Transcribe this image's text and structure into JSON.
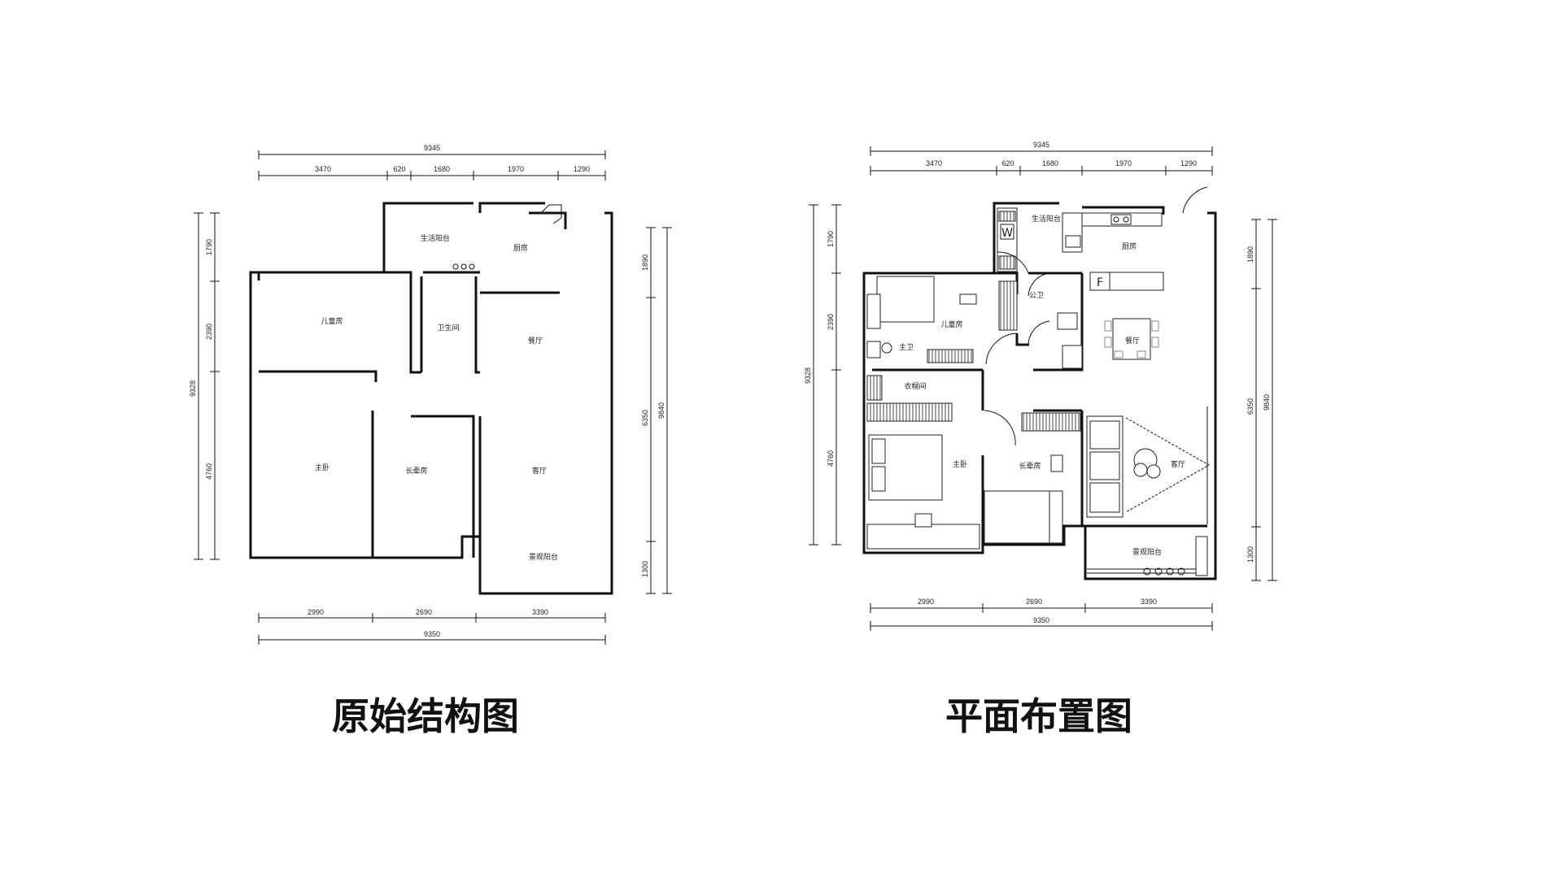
{
  "captions": {
    "original": "原始结构图",
    "layout": "平面布置图"
  },
  "dimensions": {
    "top_total": "9345",
    "top_segments": [
      "3470",
      "620",
      "1680",
      "1970",
      "1290"
    ],
    "bottom_total": "9350",
    "bottom_segments": [
      "2990",
      "2690",
      "3390"
    ],
    "left_total": "9328",
    "left_segments": [
      "1790",
      "2390",
      "4760"
    ],
    "right_total": "9840",
    "right_segments": [
      "1890",
      "6350",
      "1300"
    ]
  },
  "original_rooms": {
    "living_balcony": "生活阳台",
    "kitchen": "厨房",
    "child_room": "儿童房",
    "bathroom": "卫生间",
    "dining": "餐厅",
    "master_bedroom": "主卧",
    "elder_room": "长辈房",
    "living_room": "客厅",
    "leisure_balcony": "景观阳台"
  },
  "layout_rooms": {
    "living_balcony": "生活阳台",
    "kitchen": "厨房",
    "child_room": "儿童房",
    "public_bath": "公卫",
    "master_bath": "主卫",
    "dining": "餐厅",
    "cloakroom": "衣帽间",
    "master_bedroom": "主卧",
    "elder_room": "长辈房",
    "living_room": "客厅",
    "leisure_balcony": "景观阳台"
  },
  "fixture_labels": {
    "washer": "W",
    "fridge": "F"
  }
}
